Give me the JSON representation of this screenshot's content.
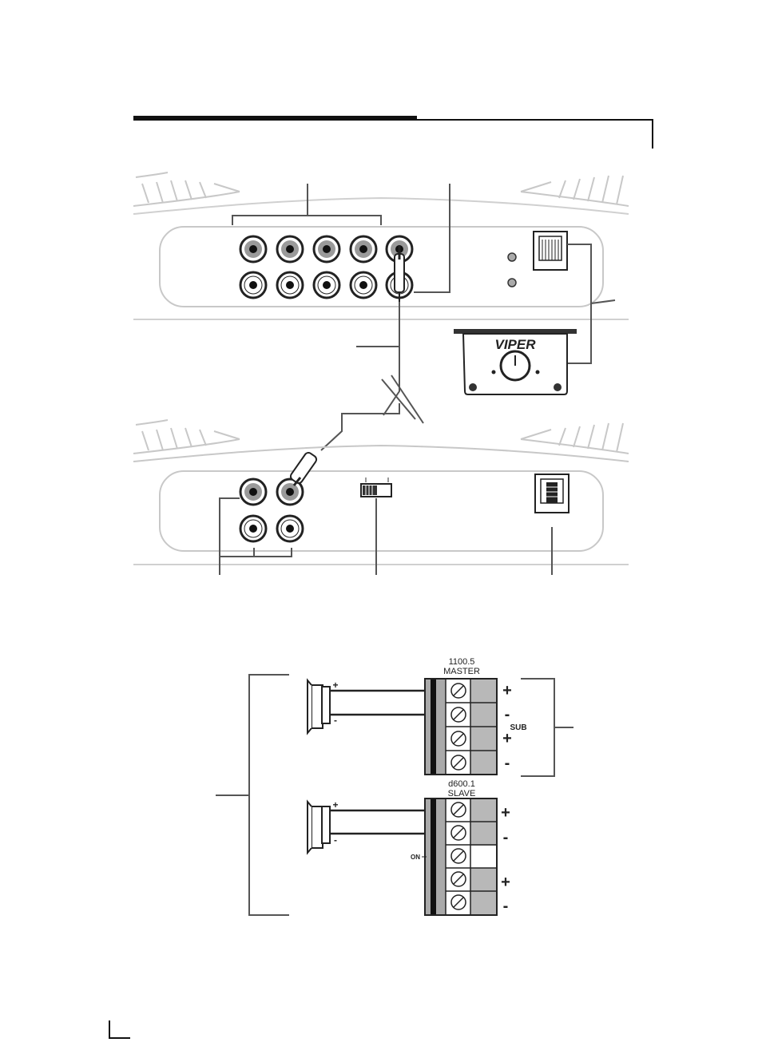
{
  "top_panel": {
    "brand_label": "VIPER"
  },
  "wiring": {
    "master": {
      "model": "1100.5",
      "role": "MASTER",
      "terminal_signs": [
        "+",
        "-",
        "+",
        "-"
      ],
      "sub_label": "SUB"
    },
    "slave": {
      "model": "d600.1",
      "role": "SLAVE",
      "terminal_signs": [
        "+",
        "-",
        "",
        "+",
        "-"
      ],
      "on_label": "ON"
    },
    "speaker_polarity": [
      "+",
      "-"
    ]
  },
  "colors": {
    "line": "#222222",
    "panel_outline": "#bfbfbf",
    "terminal_gray": "#b8b8b8"
  }
}
